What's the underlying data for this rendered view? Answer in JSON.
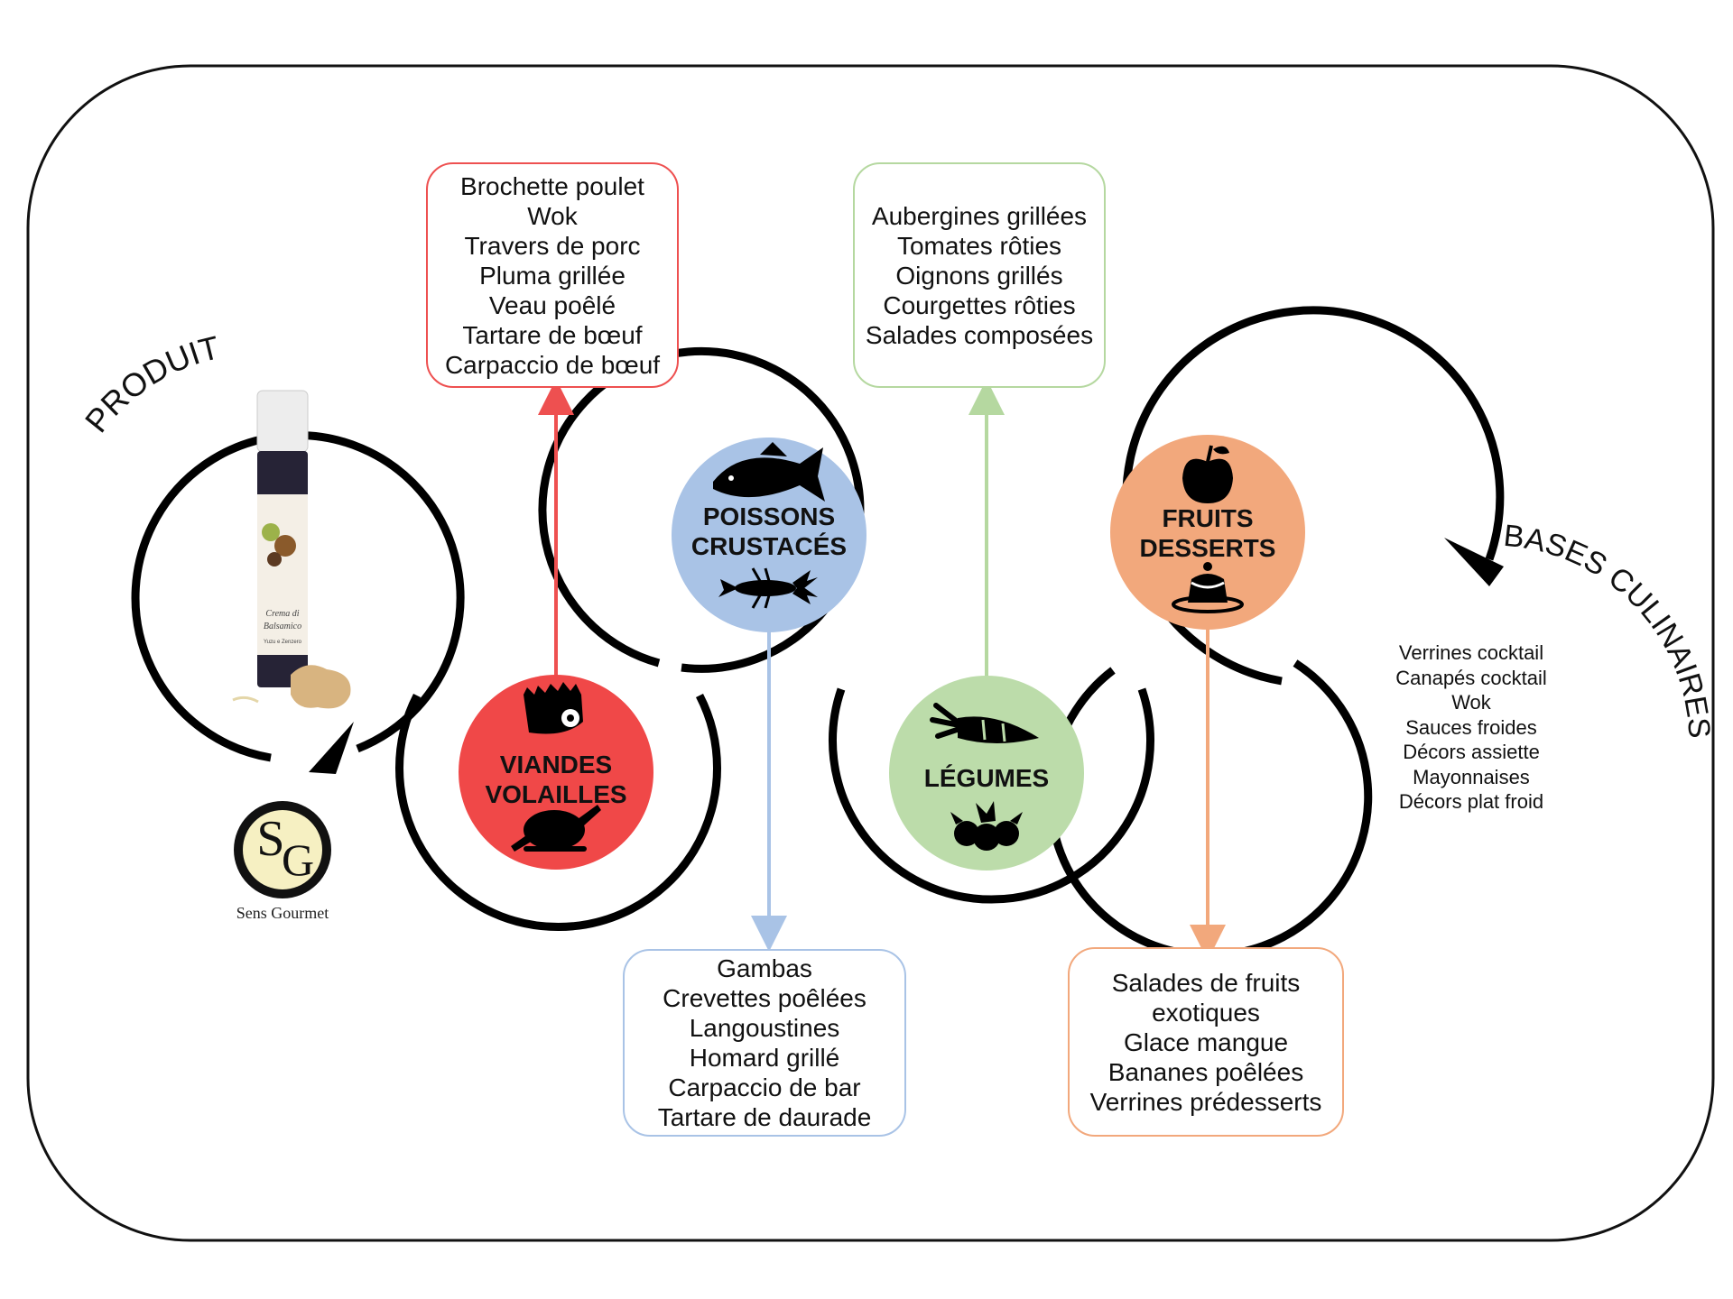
{
  "frame_labels": {
    "produit": "PRODUIT",
    "bases": "BASES CULINAIRES"
  },
  "brand": {
    "monogram_s": "S",
    "monogram_g": "G",
    "name": "Sens Gourmet"
  },
  "bottle": {
    "label_line1": "Crema di",
    "label_line2": "Balsamico",
    "label_line3": "Yuzu e Zenzero"
  },
  "categories": [
    {
      "id": "viandes",
      "line1": "VIANDES",
      "line2": "VOLAILLES",
      "color": "#f04848",
      "icons": [
        "rack-of-lamb-icon",
        "roast-chicken-icon"
      ]
    },
    {
      "id": "poissons",
      "line1": "POISSONS",
      "line2": "CRUSTACÉS",
      "color": "#a9c3e6",
      "icons": [
        "fish-icon",
        "lobster-icon"
      ]
    },
    {
      "id": "legumes",
      "line1": "LÉGUMES",
      "line2": "",
      "color": "#bcdcaa",
      "icons": [
        "carrot-icon",
        "radishes-icon"
      ]
    },
    {
      "id": "fruits",
      "line1": "FRUITS",
      "line2": "DESSERTS",
      "color": "#f2a87c",
      "icons": [
        "apple-icon",
        "dessert-icon"
      ]
    }
  ],
  "boxes": {
    "viandes": {
      "color": "#ee5050",
      "items": [
        "Brochette poulet",
        "Wok",
        "Travers de porc",
        "Pluma grillée",
        "Veau poêlé",
        "Tartare de bœuf",
        "Carpaccio de bœuf"
      ]
    },
    "poissons": {
      "color": "#a9c3e6",
      "items": [
        "Gambas",
        "Crevettes poêlées",
        "Langoustines",
        "Homard grillé",
        "Carpaccio de bar",
        "Tartare de daurade"
      ]
    },
    "legumes": {
      "color": "#b5d8a0",
      "items": [
        "Aubergines grillées",
        "Tomates rôties",
        "Oignons grillés",
        "Courgettes rôties",
        "Salades composées"
      ]
    },
    "fruits": {
      "color": "#f2a87c",
      "items": [
        "Salades de fruits",
        "exotiques",
        "Glace mangue",
        "Bananes poêlées",
        "Verrines prédesserts"
      ]
    }
  },
  "bases": [
    "Verrines cocktail",
    "Canapés cocktail",
    "Wok",
    "Sauces froides",
    "Décors assiette",
    "Mayonnaises",
    "Décors plat froid"
  ]
}
